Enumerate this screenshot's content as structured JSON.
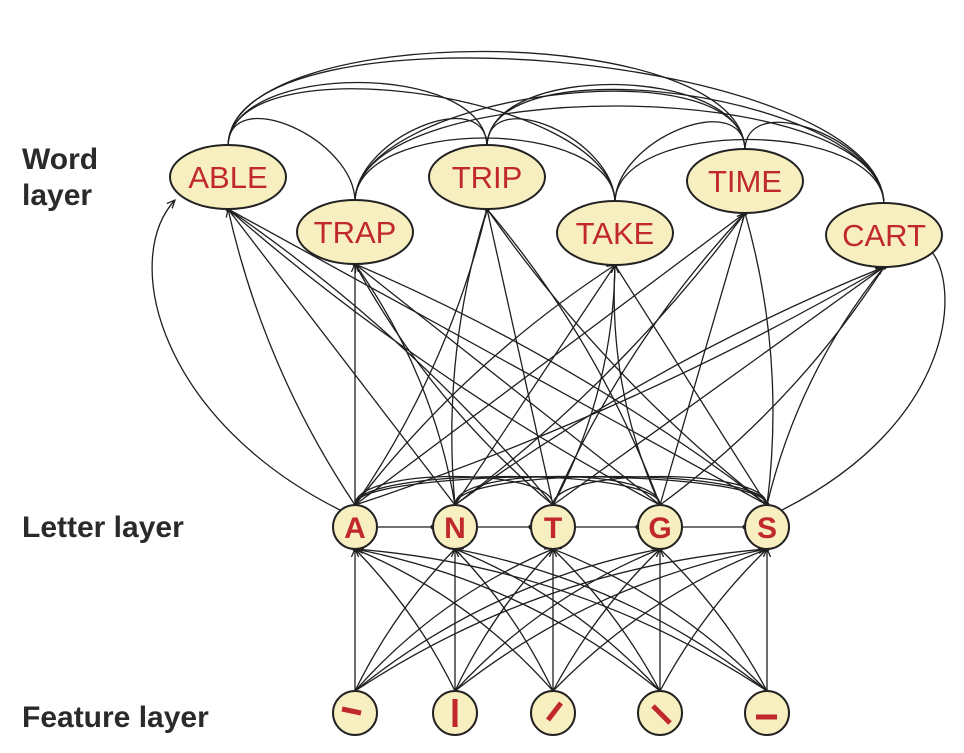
{
  "labels": {
    "word_layer": "Word\nlayer",
    "letter_layer": "Letter layer",
    "feature_layer": "Feature layer"
  },
  "words": [
    "ABLE",
    "TRAP",
    "TRIP",
    "TAKE",
    "TIME",
    "CART"
  ],
  "letters": [
    "A",
    "N",
    "T",
    "G",
    "S"
  ],
  "features": [
    "horizontal-stroke",
    "vertical-stroke",
    "diagonal-stroke",
    "diagonal-stroke-reverse",
    "short-horizontal-stroke"
  ],
  "colors": {
    "node_fill": "#f7efbf",
    "node_stroke": "#222222",
    "text_red": "#c0282d",
    "edge": "#1f1f1f",
    "label": "#2a2a2a"
  }
}
